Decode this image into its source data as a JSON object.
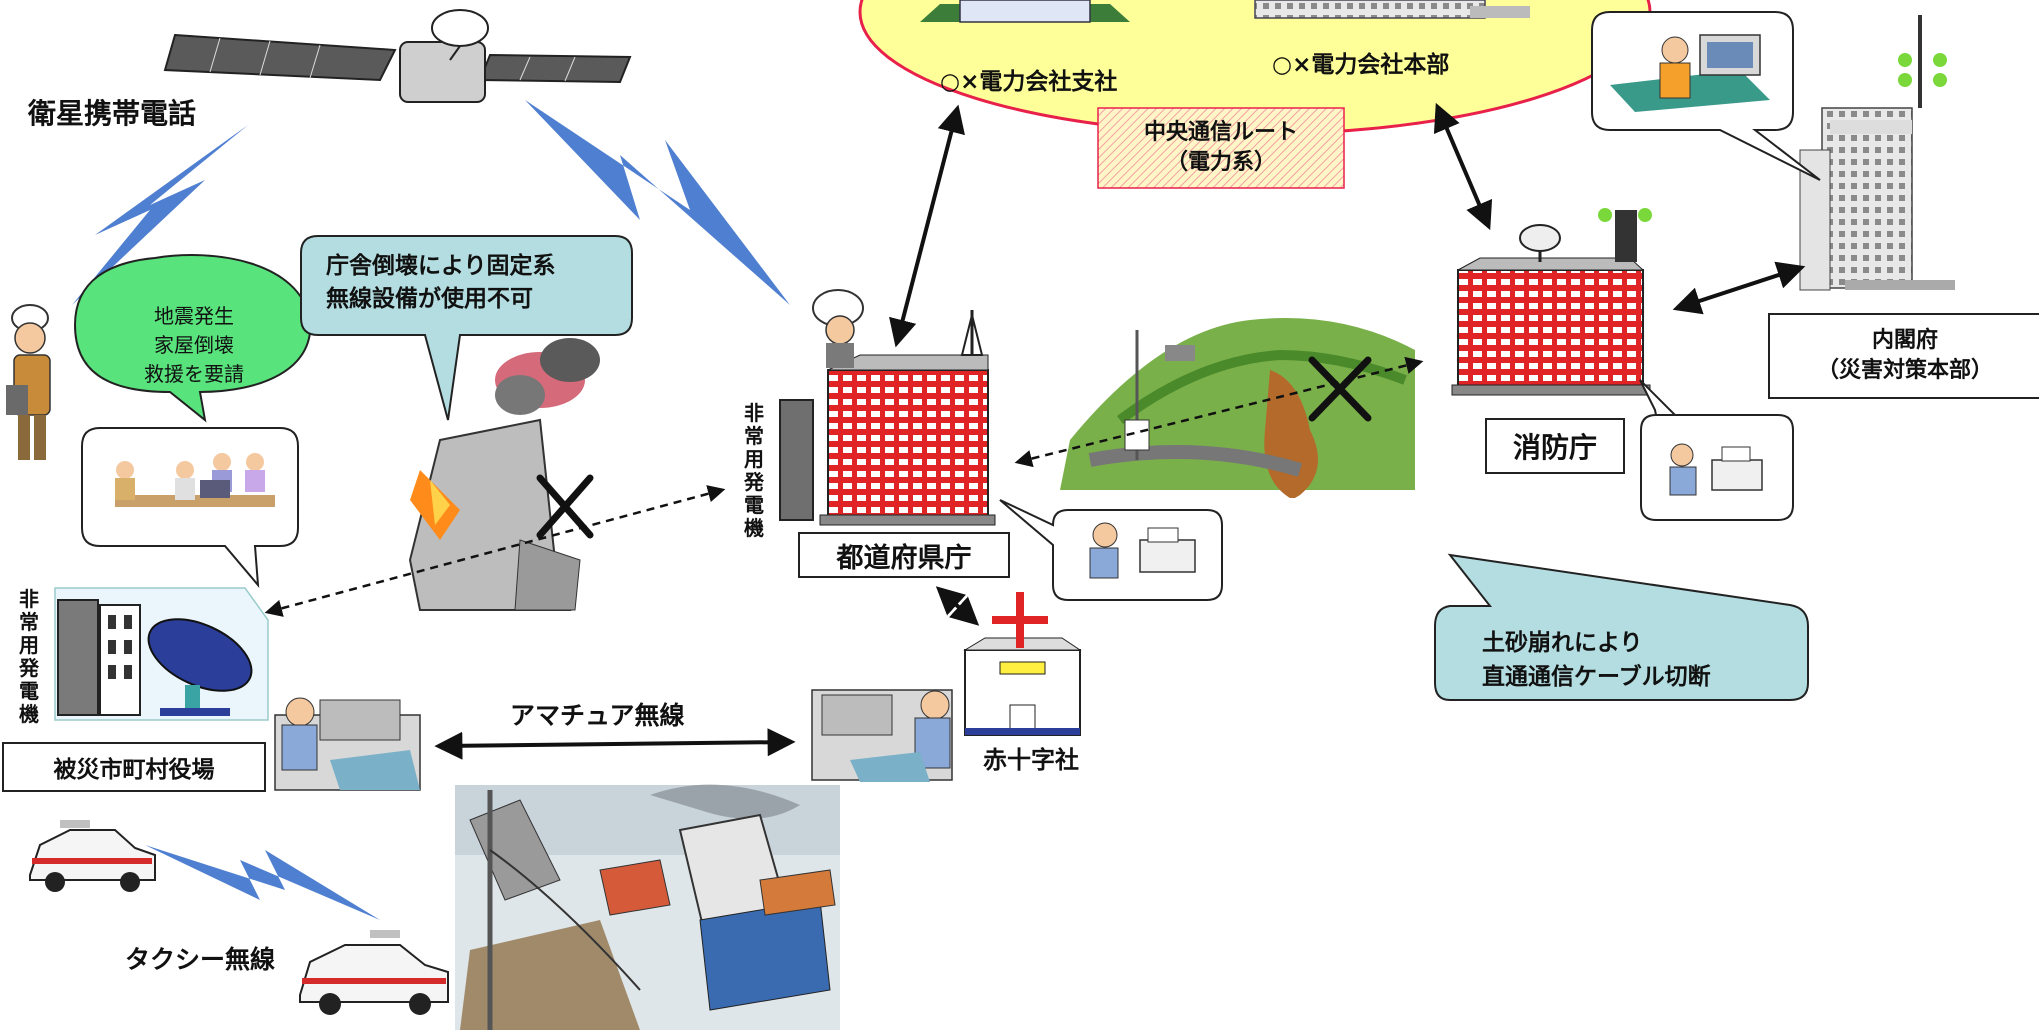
{
  "title": "",
  "colors": {
    "ellipse_fill": "#ffff99",
    "ellipse_border": "#e8214a",
    "route_box": "#fde7dc",
    "lightning": "#4f7fd0",
    "bubble_teal": "#b3dde0",
    "bubble_green": "#58e37c",
    "building_red": "#e02426"
  },
  "labels": {
    "satellite_phone": "衛星携帯電話",
    "branch": "○×電力会社支社",
    "headquarters": "○×電力会社本部",
    "central_route": "中央通信ルート\n（電力系）",
    "cabinet_office": "内閣府\n（災害対策本部）",
    "prefecture": "都道府県庁",
    "fire_agency": "消防庁",
    "municipal_office": "被災市町村役場",
    "emergency_generator": "非常用発電機",
    "emergency_generator_left": "非常用発電機",
    "amateur_radio": "アマチュア無線",
    "red_cross": "赤十字社",
    "taxi_radio": "タクシー無線"
  },
  "bubbles": {
    "collapse": "庁舎倒壊により固定系\n無線設備が使用不可",
    "earthquake": "地震発生\n家屋倒壊\n救援を要請",
    "landslide": "土砂崩れにより\n直通通信ケーブル切断"
  },
  "icons": {
    "cross_mark_1": "x-mark-icon",
    "cross_mark_2": "x-mark-icon",
    "red_cross_symbol": "red-cross-icon"
  }
}
